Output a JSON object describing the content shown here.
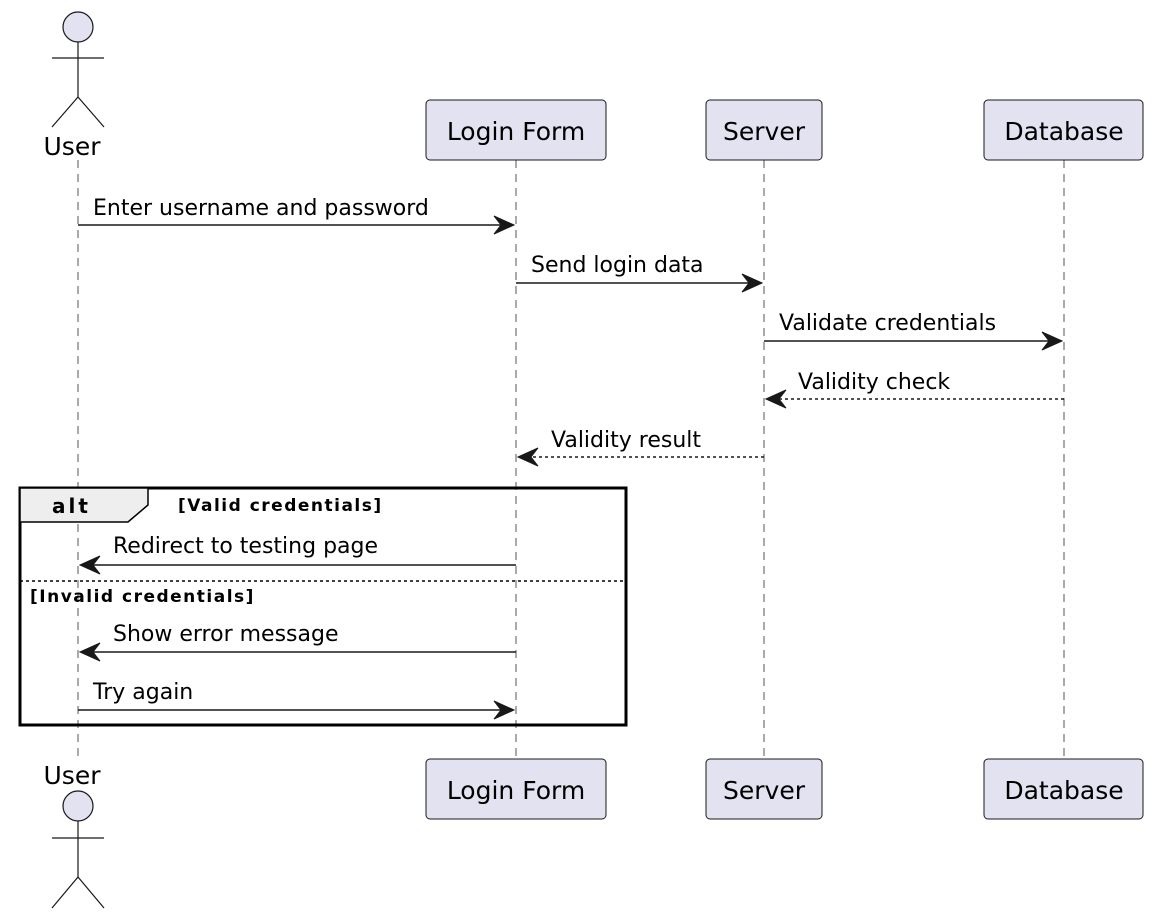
{
  "participants": {
    "user": "User",
    "login_form": "Login Form",
    "server": "Server",
    "database": "Database"
  },
  "messages": [
    {
      "from": "User",
      "to": "Login Form",
      "label": "Enter username and password",
      "style": "solid"
    },
    {
      "from": "Login Form",
      "to": "Server",
      "label": "Send login data",
      "style": "solid"
    },
    {
      "from": "Server",
      "to": "Database",
      "label": "Validate credentials",
      "style": "solid"
    },
    {
      "from": "Database",
      "to": "Server",
      "label": "Validity check",
      "style": "dashed"
    },
    {
      "from": "Server",
      "to": "Login Form",
      "label": "Validity result",
      "style": "dashed"
    },
    {
      "from": "Login Form",
      "to": "User",
      "label": "Redirect to testing page",
      "style": "solid"
    },
    {
      "from": "Login Form",
      "to": "User",
      "label": "Show error message",
      "style": "solid"
    },
    {
      "from": "User",
      "to": "Login Form",
      "label": "Try again",
      "style": "solid"
    }
  ],
  "fragment": {
    "keyword": "alt",
    "guard_1": "[Valid credentials]",
    "guard_2": "[Invalid credentials]"
  },
  "colors": {
    "participant_fill": "#e2e2f0",
    "line": "#181818"
  }
}
